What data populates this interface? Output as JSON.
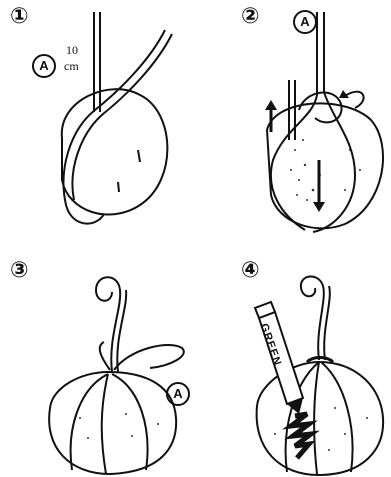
{
  "steps": [
    {
      "number": "①",
      "marker": "A",
      "measure_value": "10",
      "measure_unit": "cm",
      "icons": [
        "ball-sketch",
        "twine-loop",
        "measure-bracket"
      ]
    },
    {
      "number": "②",
      "marker": "A",
      "icons": [
        "ball-sketch",
        "twine-wrap",
        "up-arrow",
        "down-arrow",
        "curl-arrow"
      ]
    },
    {
      "number": "③",
      "marker": "A",
      "icons": [
        "pumpkin-sketch",
        "stem-curl",
        "twine-bow"
      ]
    },
    {
      "number": "④",
      "pen_label": "GREEN",
      "icons": [
        "pumpkin-sketch",
        "stem-curl",
        "marker-pen",
        "leaf-scribble"
      ]
    }
  ]
}
